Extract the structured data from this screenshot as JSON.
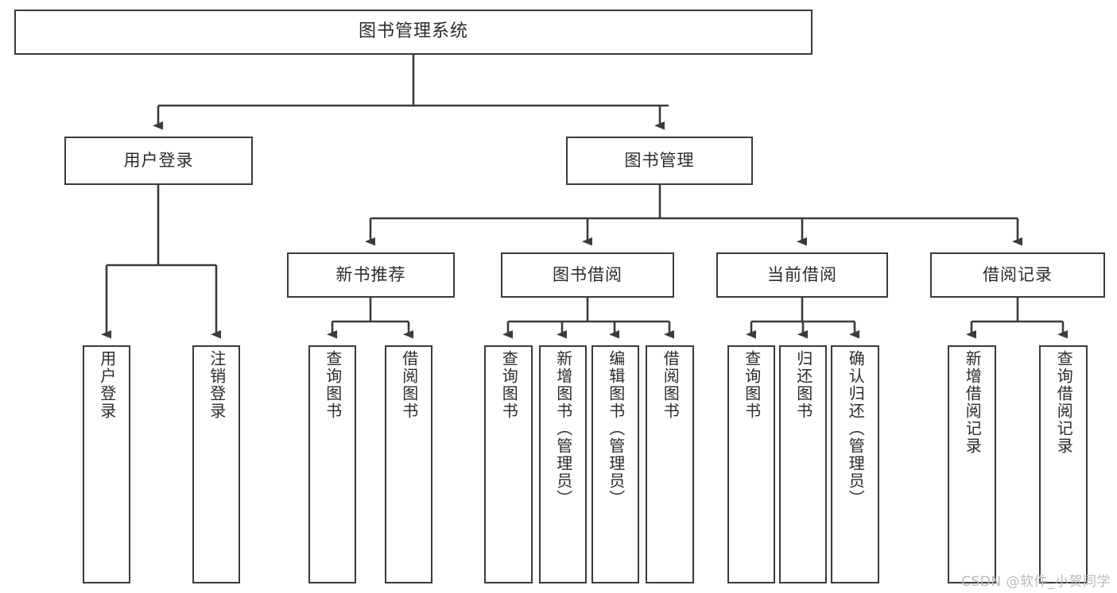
{
  "diagram": {
    "title": "图书管理系统",
    "style": {
      "background": "#ffffff",
      "box_border": "#3b3b3b",
      "box_fill": "#ffffff",
      "text_color": "#2b2b2b",
      "line_color": "#3b3b3b",
      "watermark_color": "#b9b9b9"
    },
    "watermark": "CSDN @软件_小贺同学",
    "root": {
      "label": "图书管理系统"
    },
    "level2": [
      {
        "label": "用户登录"
      },
      {
        "label": "图书管理"
      }
    ],
    "level3": [
      {
        "label": "新书推荐"
      },
      {
        "label": "图书借阅"
      },
      {
        "label": "当前借阅"
      },
      {
        "label": "借阅记录"
      }
    ],
    "leaves": {
      "user_login": [
        {
          "label": "用户登录"
        },
        {
          "label": "注销登录"
        }
      ],
      "new_book": [
        {
          "label": "查询图书"
        },
        {
          "label": "借阅图书"
        }
      ],
      "book_borrow": [
        {
          "label": "查询图书"
        },
        {
          "label": "新增图书（管理员）"
        },
        {
          "label": "编辑图书（管理员）"
        },
        {
          "label": "借阅图书"
        }
      ],
      "current_borrow": [
        {
          "label": "查询图书"
        },
        {
          "label": "归还图书"
        },
        {
          "label": "确认归还（管理员）"
        }
      ],
      "borrow_record": [
        {
          "label": "新增借阅记录"
        },
        {
          "label": "查询借阅记录"
        }
      ]
    }
  }
}
